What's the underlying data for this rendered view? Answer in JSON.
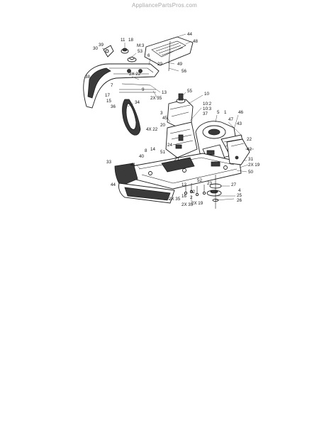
{
  "watermark": "AppliancePartsPros.com",
  "diagram": {
    "callouts": [
      {
        "text": "44"
      },
      {
        "text": "48"
      },
      {
        "text": "30"
      },
      {
        "text": "39"
      },
      {
        "text": "11"
      },
      {
        "text": "18"
      },
      {
        "text": "M:3"
      },
      {
        "text": "53"
      },
      {
        "text": "6"
      },
      {
        "text": "38"
      },
      {
        "text": "2X 22"
      },
      {
        "text": "29"
      },
      {
        "text": "49"
      },
      {
        "text": "56"
      },
      {
        "text": "7"
      },
      {
        "text": "9"
      },
      {
        "text": "13"
      },
      {
        "text": "55"
      },
      {
        "text": "10"
      },
      {
        "text": "17"
      },
      {
        "text": "15"
      },
      {
        "text": "36"
      },
      {
        "text": "2X 35"
      },
      {
        "text": "34"
      },
      {
        "text": "10:2"
      },
      {
        "text": "10:3"
      },
      {
        "text": "37"
      },
      {
        "text": "45"
      },
      {
        "text": "3"
      },
      {
        "text": "5"
      },
      {
        "text": "1"
      },
      {
        "text": "46"
      },
      {
        "text": "47"
      },
      {
        "text": "43"
      },
      {
        "text": "20"
      },
      {
        "text": "4X 22"
      },
      {
        "text": "22"
      },
      {
        "text": "42"
      },
      {
        "text": "24"
      },
      {
        "text": "8"
      },
      {
        "text": "14"
      },
      {
        "text": "51"
      },
      {
        "text": "40"
      },
      {
        "text": "21"
      },
      {
        "text": "31"
      },
      {
        "text": "2X 19"
      },
      {
        "text": "50"
      },
      {
        "text": "33"
      },
      {
        "text": "41"
      },
      {
        "text": "27"
      },
      {
        "text": "23"
      },
      {
        "text": "4"
      },
      {
        "text": "25"
      },
      {
        "text": "26"
      },
      {
        "text": "44"
      },
      {
        "text": "52"
      },
      {
        "text": "12"
      },
      {
        "text": "16"
      },
      {
        "text": "32"
      },
      {
        "text": "2"
      },
      {
        "text": "2X 35"
      },
      {
        "text": "2X 35"
      },
      {
        "text": "2X 19"
      }
    ]
  }
}
